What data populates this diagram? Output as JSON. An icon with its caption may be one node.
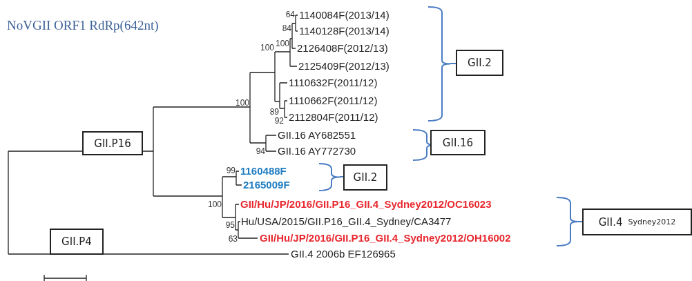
{
  "diagram": {
    "title": "NoVGII ORF1 RdRp(642nt)",
    "nodes": [
      {
        "text": [
          "GII.2"
        ]
      },
      {
        "text": [
          "GII.P16"
        ]
      },
      {
        "text": [
          "GII.16"
        ]
      },
      {
        "text": [
          "GII.2"
        ]
      },
      {
        "text": [
          "GII.4",
          "Sydney2012"
        ]
      },
      {
        "text": [
          "GII.P4"
        ]
      }
    ],
    "labels": [
      "64",
      "1140084F(2013/14)",
      "84",
      "1140128F(2013/14)",
      "100",
      "2126408F(2012/13)",
      "2125409F(2012/13)",
      "100",
      "1110632F(2011/12)",
      "100",
      "89",
      "1110662F(2011/12)",
      "92",
      "2112804F(2011/12)",
      "GII.16 AY682551",
      "94",
      "GII.16 AY772730",
      "99",
      "1160488F",
      "2165009F",
      "100",
      "GII/Hu/JP/2016/GII.P16_GII.4_Sydney2012/OC16023",
      "95",
      "Hu/USA/2015/GII.P16_GII.4_Sydney/CA3477",
      "63",
      "GII/Hu/JP/2016/GII.P16_GII.4_Sydney2012/OH16002",
      "GII.4 2006b EF126965"
    ]
  }
}
